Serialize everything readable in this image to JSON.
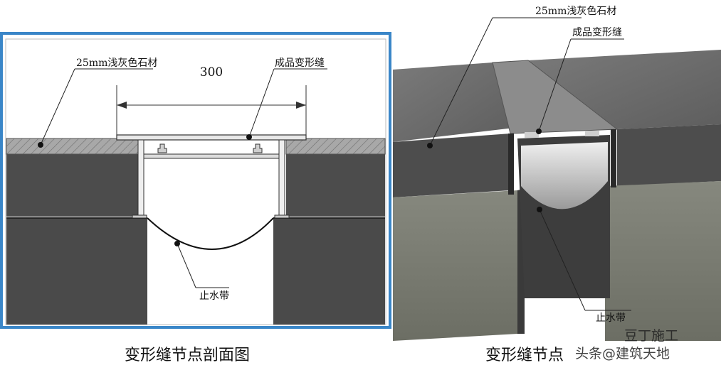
{
  "left_diagram": {
    "dimension": "300",
    "label_stone": "25mm浅灰色石材",
    "label_joint": "成品变形缝",
    "label_waterstop": "止水带",
    "caption": "变形缝节点剖面图"
  },
  "right_diagram": {
    "label_stone": "25mm浅灰色石材",
    "label_joint": "成品变形缝",
    "label_waterstop": "止水带",
    "caption": "变形缝节点"
  },
  "watermark": {
    "line1": "豆丁施工",
    "line2": "头条@建筑天地"
  },
  "colors": {
    "frame_blue": "#3a86c8",
    "concrete_dark": "#4a4a4a",
    "stone_hatch": "#8a8a8a"
  }
}
